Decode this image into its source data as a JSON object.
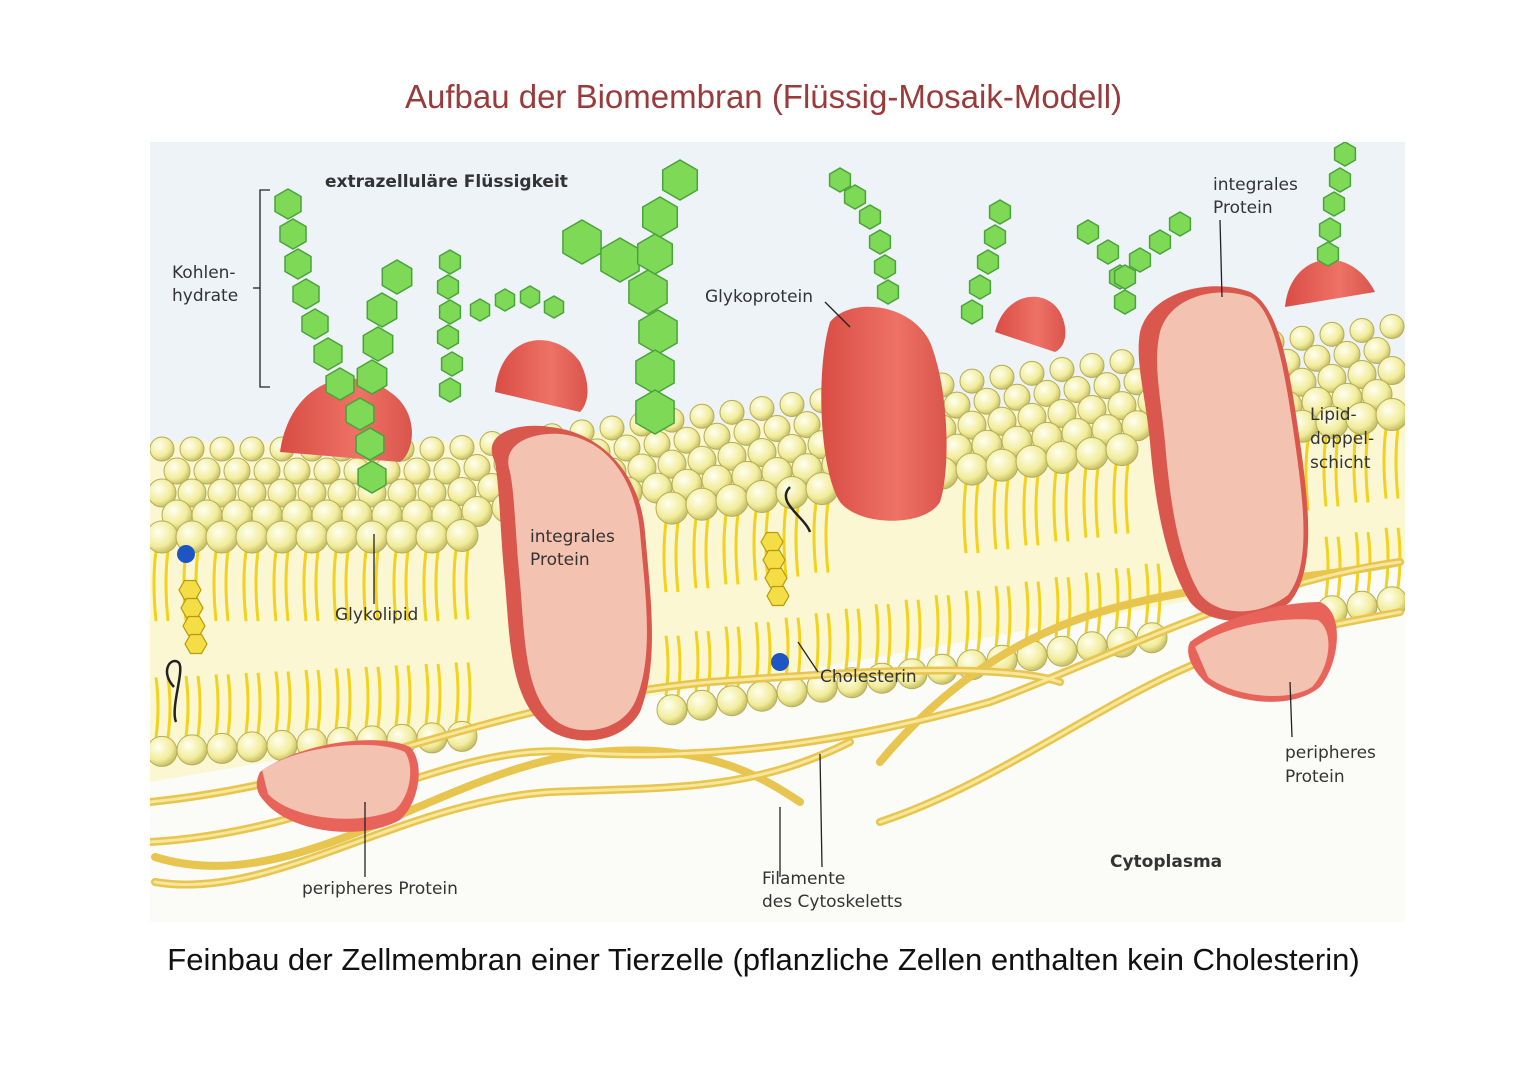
{
  "title": "Aufbau der Biomembran (Flüssig-Mosaik-Modell)",
  "caption": "Feinbau der Zellmembran einer Tierzelle (pflanzliche Zellen enthalten kein Cholesterin)",
  "labels": {
    "extracellular": "extrazelluläre Flüssigkeit",
    "carbs_line1": "Kohlen-",
    "carbs_line2": "hydrate",
    "glycoprotein": "Glykoprotein",
    "integral_top_line1": "integrales",
    "integral_top_line2": "Protein",
    "integral_mid_line1": "integrales",
    "integral_mid_line2": "Protein",
    "lipid_line1": "Lipid-",
    "lipid_line2": "doppel-",
    "lipid_line3": "schicht",
    "glycolipid": "Glykolipid",
    "cholesterol": "Cholesterin",
    "peripheral_left": "peripheres Protein",
    "peripheral_right_line1": "peripheres",
    "peripheral_right_line2": "Protein",
    "filaments_line1": "Filamente",
    "filaments_line2": "des Cytoskeletts",
    "cytoplasm": "Cytoplasma"
  },
  "colors": {
    "title": "#9a3a3a",
    "head": "#f3efa4",
    "tail": "#f2d21c",
    "protein": "#e8645a",
    "protein_light": "#f3c2b0",
    "sugar": "#7ed957",
    "filament": "#f1d46a",
    "cholesterol_ring": "#f4dd45",
    "cholesterol_head": "#1d55c4"
  }
}
